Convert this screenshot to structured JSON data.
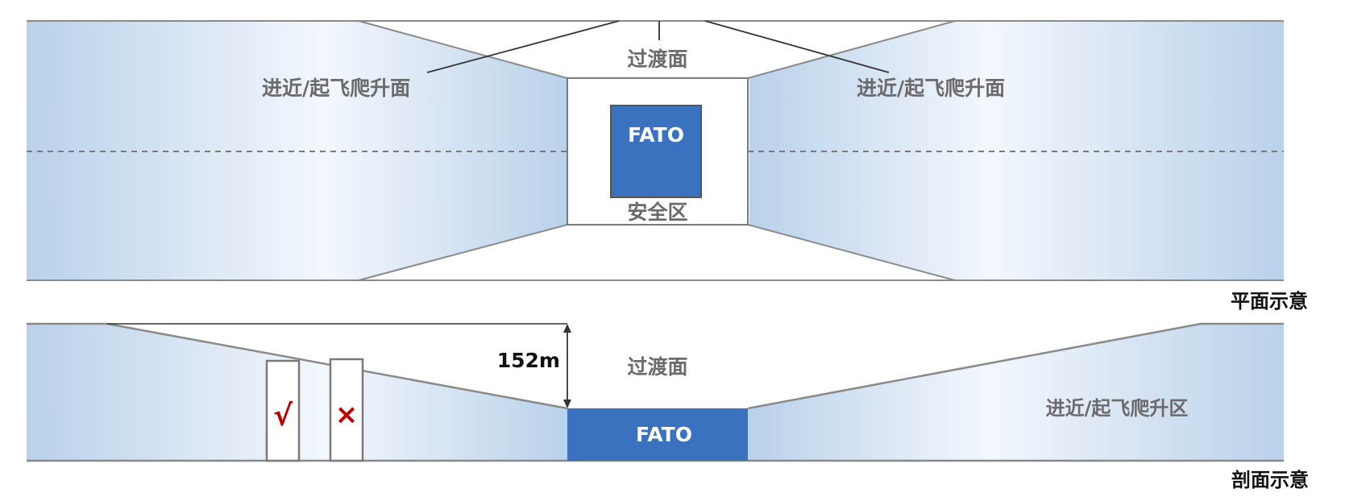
{
  "plan_view": {
    "left_surface_label": "进近/起飞爬升面",
    "right_surface_label": "进近/起飞爬升面",
    "transition_label": "过渡面",
    "fato_label": "FATO",
    "safety_area_label": "安全区",
    "caption": "平面示意"
  },
  "section_view": {
    "height_label": "152m",
    "transition_label": "过渡面",
    "fato_label": "FATO",
    "right_zone_label": "进近/起飞爬升区",
    "check_mark": "√",
    "cross_mark": "×",
    "caption": "剖面示意"
  },
  "colors": {
    "surface_blue": "#b7d0ea",
    "surface_light": "#f4f8fd",
    "fato_blue": "#3a72c0",
    "line_gray": "#8a8a8a",
    "mark_red": "#c00000"
  }
}
